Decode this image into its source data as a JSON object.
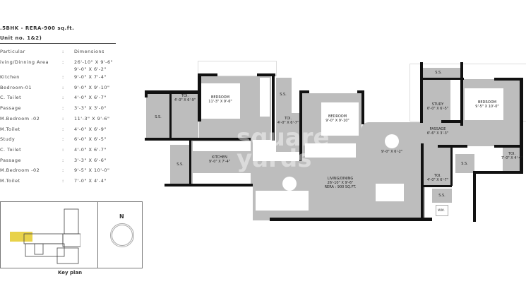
{
  "header": {
    "title": ".5BHK - RERA-900 sq.ft.",
    "subtitle": "Unit no. 1&2)"
  },
  "table": {
    "col1": "Particular",
    "sep": ":",
    "col2": "Dimensions",
    "rows": [
      {
        "name": "iving/Dinning Area",
        "dim": "26'-10\" X 9'-6\"",
        "dim2": "9'-0\" X 6'-2\""
      },
      {
        "name": "Kitchen",
        "dim": "9'-0\" X 7'-4\""
      },
      {
        "name": "Bedroom-01",
        "dim": "9'-0\" X 9'-10\""
      },
      {
        "name": "C. Toilet",
        "dim": "4'-0\" X 6'-7\""
      },
      {
        "name": "Passage",
        "dim": "3'-3\" X 3'-0\""
      },
      {
        "name": "M.Bedroom -02",
        "dim": "11'-3\" X 9'-6\""
      },
      {
        "name": "M.Toilet",
        "dim": "4'-0\" X 6'-9\""
      },
      {
        "name": "Study",
        "dim": "6'-0\" X 6'-5\""
      },
      {
        "name": "C. Toilet",
        "dim": "4'-0\" X 6'-7\""
      },
      {
        "name": "Passage",
        "dim": "3'-3\" X 6'-6\""
      },
      {
        "name": "M.Bedroom -02",
        "dim": "9'-5\" X 10'-0\""
      },
      {
        "name": "M.Toilet",
        "dim": "7'-0\" X 4'-4\""
      }
    ]
  },
  "plan": {
    "ss": "S.S.",
    "toi1": {
      "name": "TOI.",
      "dim": "4'-0\" X 6'-9\""
    },
    "bed1": {
      "name": "BEDROOM",
      "dim": "11'-3\" X 9'-6\""
    },
    "toi2": {
      "name": "TOI.",
      "dim": "4'-0\" X 6'-7\""
    },
    "bed2": {
      "name": "BEDROOM",
      "dim": "9'-0\" X 9'-10\""
    },
    "kitchen": {
      "name": "KITCHEN",
      "dim": "9'-0\" X 7'-4\""
    },
    "living": {
      "name": "LIVING/DINING",
      "dim": "26'-10\" X 9'-6\"",
      "rera": "RERA : 900 SQ.FT."
    },
    "foyer": "9'-0\" X 6'-2\"",
    "study": {
      "name": "STUDY",
      "dim": "6'-0\" X 6'-5\""
    },
    "bed3": {
      "name": "BEDROOM",
      "dim": "9'-5\" X 10'-0\""
    },
    "passage": {
      "name": "PASSAGE",
      "dim": "6'-6\" X 3'-3\""
    },
    "toi3": {
      "name": "TOI.",
      "dim": "7'-0\" X 4'-4\""
    },
    "toi4": {
      "name": "TOI.",
      "dim": "4'-0\" X 6'-7\""
    },
    "wm": "W.M."
  },
  "watermark": "square yards",
  "keyplan": {
    "label": "Key plan",
    "north": "N",
    "highlight": "#e8d24a"
  }
}
